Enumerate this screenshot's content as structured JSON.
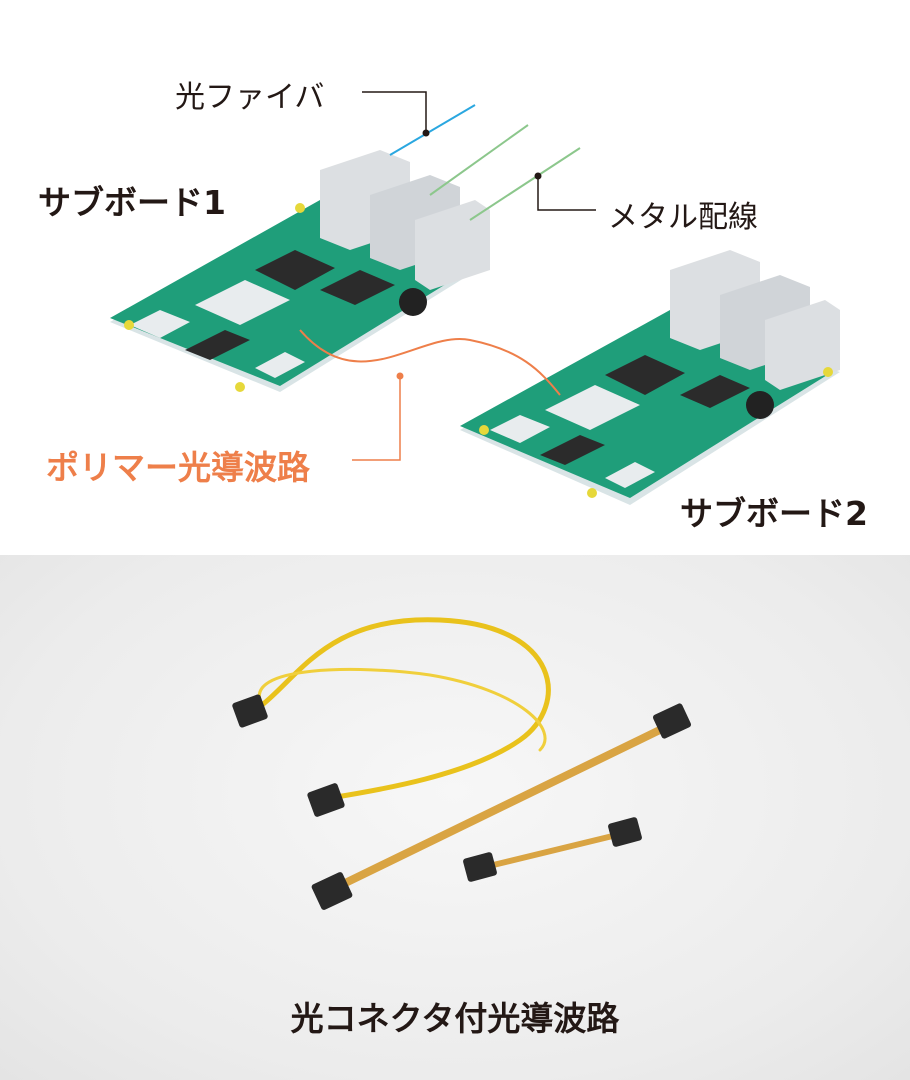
{
  "labels": {
    "optical_fiber": "光ファイバ",
    "subboard1": "サブボード1",
    "metal_wiring": "メタル配線",
    "polymer_waveguide": "ポリマー光導波路",
    "subboard2": "サブボード2",
    "connector_waveguide": "光コネクタ付光導波路"
  },
  "colors": {
    "board": "#1f9e7a",
    "fiber": "#2aa7e0",
    "metal": "#8cc78c",
    "polymer": "#ee7f4a",
    "text": "#231815"
  }
}
